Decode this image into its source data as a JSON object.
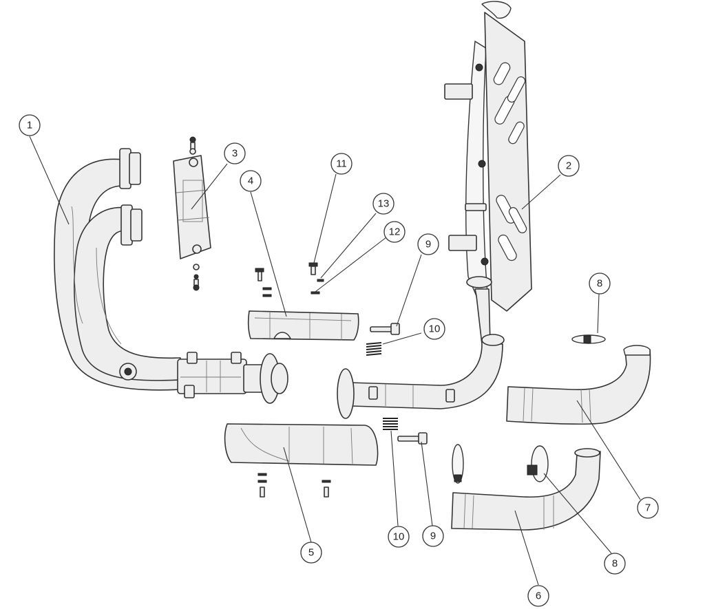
{
  "callouts": [
    {
      "id": "c1",
      "label": "1"
    },
    {
      "id": "c2",
      "label": "2"
    },
    {
      "id": "c3",
      "label": "3"
    },
    {
      "id": "c4",
      "label": "4"
    },
    {
      "id": "c5",
      "label": "5"
    },
    {
      "id": "c6",
      "label": "6"
    },
    {
      "id": "c7",
      "label": "7"
    },
    {
      "id": "c8a",
      "label": "8"
    },
    {
      "id": "c8b",
      "label": "8"
    },
    {
      "id": "c9a",
      "label": "9"
    },
    {
      "id": "c9b",
      "label": "9"
    },
    {
      "id": "c10a",
      "label": "10"
    },
    {
      "id": "c10b",
      "label": "10"
    },
    {
      "id": "c11",
      "label": "11"
    },
    {
      "id": "c12",
      "label": "12"
    },
    {
      "id": "c13",
      "label": "13"
    }
  ]
}
